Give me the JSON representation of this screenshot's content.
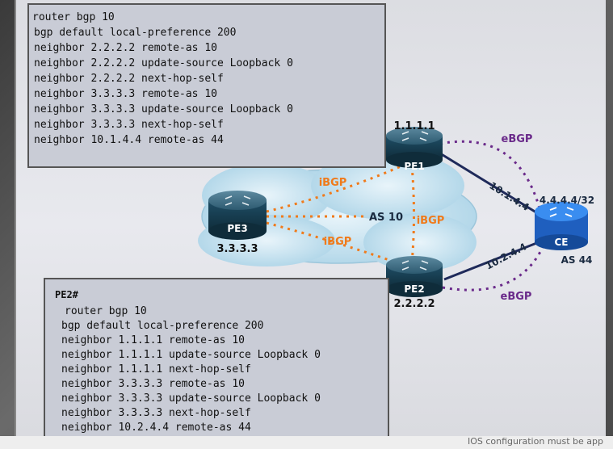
{
  "pe1_config": {
    "lines": [
      "router bgp 10",
      " bgp default local-preference 200",
      " neighbor 2.2.2.2 remote-as 10",
      " neighbor 2.2.2.2 update-source Loopback 0",
      " neighbor 2.2.2.2 next-hop-self",
      " neighbor 3.3.3.3 remote-as 10",
      " neighbor 3.3.3.3 update-source Loopback 0",
      " neighbor 3.3.3.3 next-hop-self",
      " neighbor 10.1.4.4 remote-as 44"
    ]
  },
  "pe2_config": {
    "title": "PE2#",
    "lines": [
      "router bgp 10",
      " bgp default local-preference 200",
      " neighbor 1.1.1.1 remote-as 10",
      " neighbor 1.1.1.1 update-source Loopback 0",
      " neighbor 1.1.1.1 next-hop-self",
      " neighbor 3.3.3.3 remote-as 10",
      " neighbor 3.3.3.3 update-source Loopback 0",
      " neighbor 3.3.3.3 next-hop-self",
      " neighbor 10.2.4.4 remote-as 44"
    ]
  },
  "diagram": {
    "as_label": "AS 10",
    "ibgp_label": "iBGP",
    "ebgp_label": "eBGP",
    "routers": {
      "pe1": {
        "name": "PE1",
        "ip": "1.1.1.1"
      },
      "pe2": {
        "name": "PE2",
        "ip": "2.2.2.2"
      },
      "pe3": {
        "name": "PE3",
        "ip": "3.3.3.3"
      },
      "ce": {
        "name": "CE",
        "ip": "4.4.4.4/32",
        "as": "AS 44"
      }
    },
    "links": {
      "pe1_ce": "10.1.4.4",
      "pe2_ce": "10.2.4.4"
    },
    "colors": {
      "ibgp": "#f07a1a",
      "ebgp": "#6a2a8a",
      "router": "#1f4e66",
      "ce": "#2f7fe0"
    }
  },
  "footer": {
    "text": "IOS configuration must be app"
  }
}
